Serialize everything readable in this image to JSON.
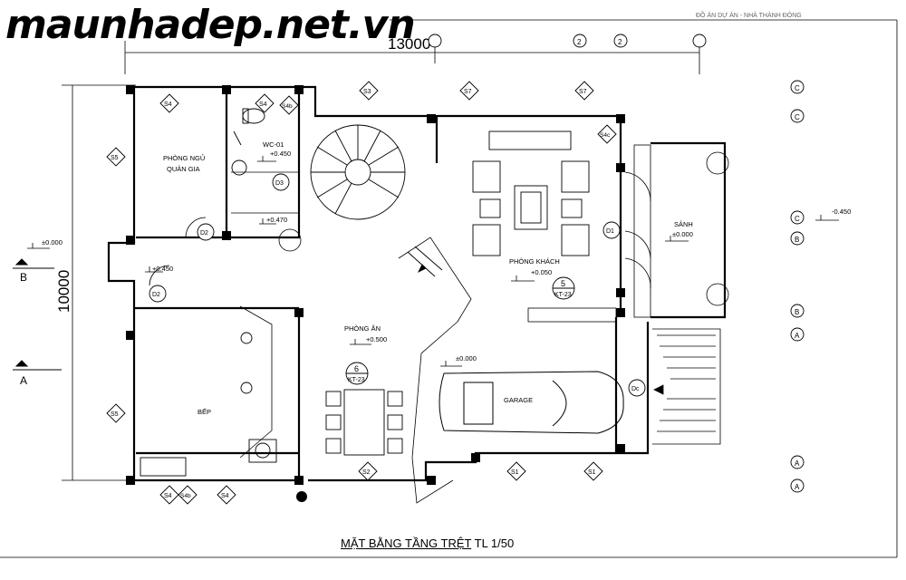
{
  "watermark": "maunhadep.net.vn",
  "header_note": "ĐỒ ÁN DỰ ÁN - NHÀ THÀNH ĐÔNG",
  "dimensions": {
    "width_total": "13000",
    "depth_total": "10000"
  },
  "rooms": {
    "maid_room_line1": "PHÒNG NGỦ",
    "maid_room_line2": "QUẢN GIA",
    "wc": "WC-01",
    "living": "PHÒNG KHÁCH",
    "dining": "PHÒNG ĂN",
    "kitchen": "BẾP",
    "garage": "GARAGE",
    "lobby": "SẢNH"
  },
  "levels": {
    "wc": "+0.450",
    "wc2": "+0.470",
    "kitchen_entry": "+0.450",
    "living": "+0.050",
    "dining": "+0.500",
    "garage": "±0.000",
    "lobby": "±0.000",
    "outside_left": "±0.000",
    "outside_right": "-0.450"
  },
  "doors": {
    "d1": "D1",
    "d2": "D2",
    "d3": "D3",
    "dc": "Dc"
  },
  "windows": {
    "s1": "S1",
    "s2": "S2",
    "s3": "S3",
    "s4": "S4",
    "s4b": "S4b",
    "s4c": "S4c",
    "s5": "S5",
    "s7": "S7"
  },
  "details": {
    "kt_num_a": "5",
    "kt_ref_a": "KT-23",
    "kt_num_b": "6",
    "kt_ref_b": "KT-23"
  },
  "sections": {
    "a": "A",
    "b": "B"
  },
  "grid_labels": {
    "c": "C",
    "b": "B",
    "a": "A",
    "two": "2"
  },
  "caption": {
    "title": "MẶT BẰNG TẦNG TRỆT",
    "scale": "TL 1/50"
  }
}
